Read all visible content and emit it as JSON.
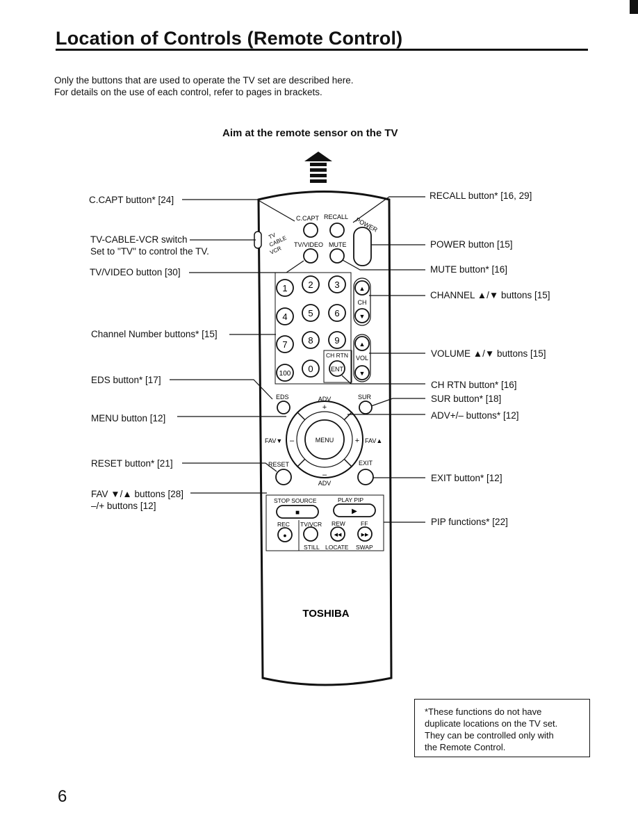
{
  "page": {
    "title": "Location of Controls (Remote Control)",
    "intro_line1": "Only the buttons that are used to operate the TV set are described here.",
    "intro_line2": "For details on the use of each control, refer to pages in brackets.",
    "aim_heading": "Aim at the remote sensor on the TV",
    "page_number": "6"
  },
  "left_labels": {
    "ccapt": "C.CAPT button* [24]",
    "switch_line1": "TV-CABLE-VCR switch",
    "switch_line2": "Set to \"TV\" to control the TV.",
    "tvvideo": "TV/VIDEO button [30]",
    "channel_number": "Channel Number buttons* [15]",
    "eds": "EDS button* [17]",
    "menu": "MENU button [12]",
    "reset": "RESET button* [21]",
    "fav_line1": "FAV ▼/▲ buttons [28]",
    "fav_line2": "–/+ buttons [12]"
  },
  "right_labels": {
    "recall": "RECALL button* [16, 29]",
    "power": "POWER button [15]",
    "mute": "MUTE button* [16]",
    "channel": "CHANNEL ▲/▼ buttons [15]",
    "volume": "VOLUME ▲/▼ buttons [15]",
    "chrtn": "CH RTN button* [16]",
    "sur": "SUR button* [18]",
    "adv": "ADV+/– buttons* [12]",
    "exit": "EXIT button* [12]",
    "pip": "PIP functions* [22]"
  },
  "remote": {
    "ccapt": "C.CAPT",
    "recall": "RECALL",
    "power": "POWER",
    "sw_tv": "TV",
    "sw_cable": "CABLE",
    "sw_vcr": "VCR",
    "tvvideo": "TV/VIDEO",
    "mute": "MUTE",
    "digits": [
      "1",
      "2",
      "3",
      "4",
      "5",
      "6",
      "7",
      "8",
      "9",
      "100",
      "0"
    ],
    "ch": "CH",
    "chrtn": "CH RTN",
    "ent": "ENT",
    "vol": "VOL",
    "eds": "EDS",
    "adv": "ADV",
    "sur": "SUR",
    "plus": "+",
    "minus": "–",
    "menu": "MENU",
    "fav_down": "FAV▼",
    "fav_up": "FAV▲",
    "reset": "RESET",
    "exit": "EXIT",
    "stop_source": "STOP SOURCE",
    "play_pip": "PLAY PIP",
    "rec": "REC",
    "tvvcr": "TV/VCR",
    "rew": "REW",
    "ff": "FF",
    "still": "STILL",
    "locate": "LOCATE",
    "swap": "SWAP",
    "brand": "TOSHIBA",
    "up_arrow": "▲",
    "down_arrow": "▼",
    "stop_glyph": "■",
    "play_glyph": "▶",
    "rec_glyph": "●",
    "rew_glyph": "◀◀",
    "ff_glyph": "▶▶"
  },
  "footnote": {
    "line1": "*These functions do not have",
    "line2": "duplicate locations on the TV set.",
    "line3": "They can be controlled only with",
    "line4": "the Remote Control."
  }
}
